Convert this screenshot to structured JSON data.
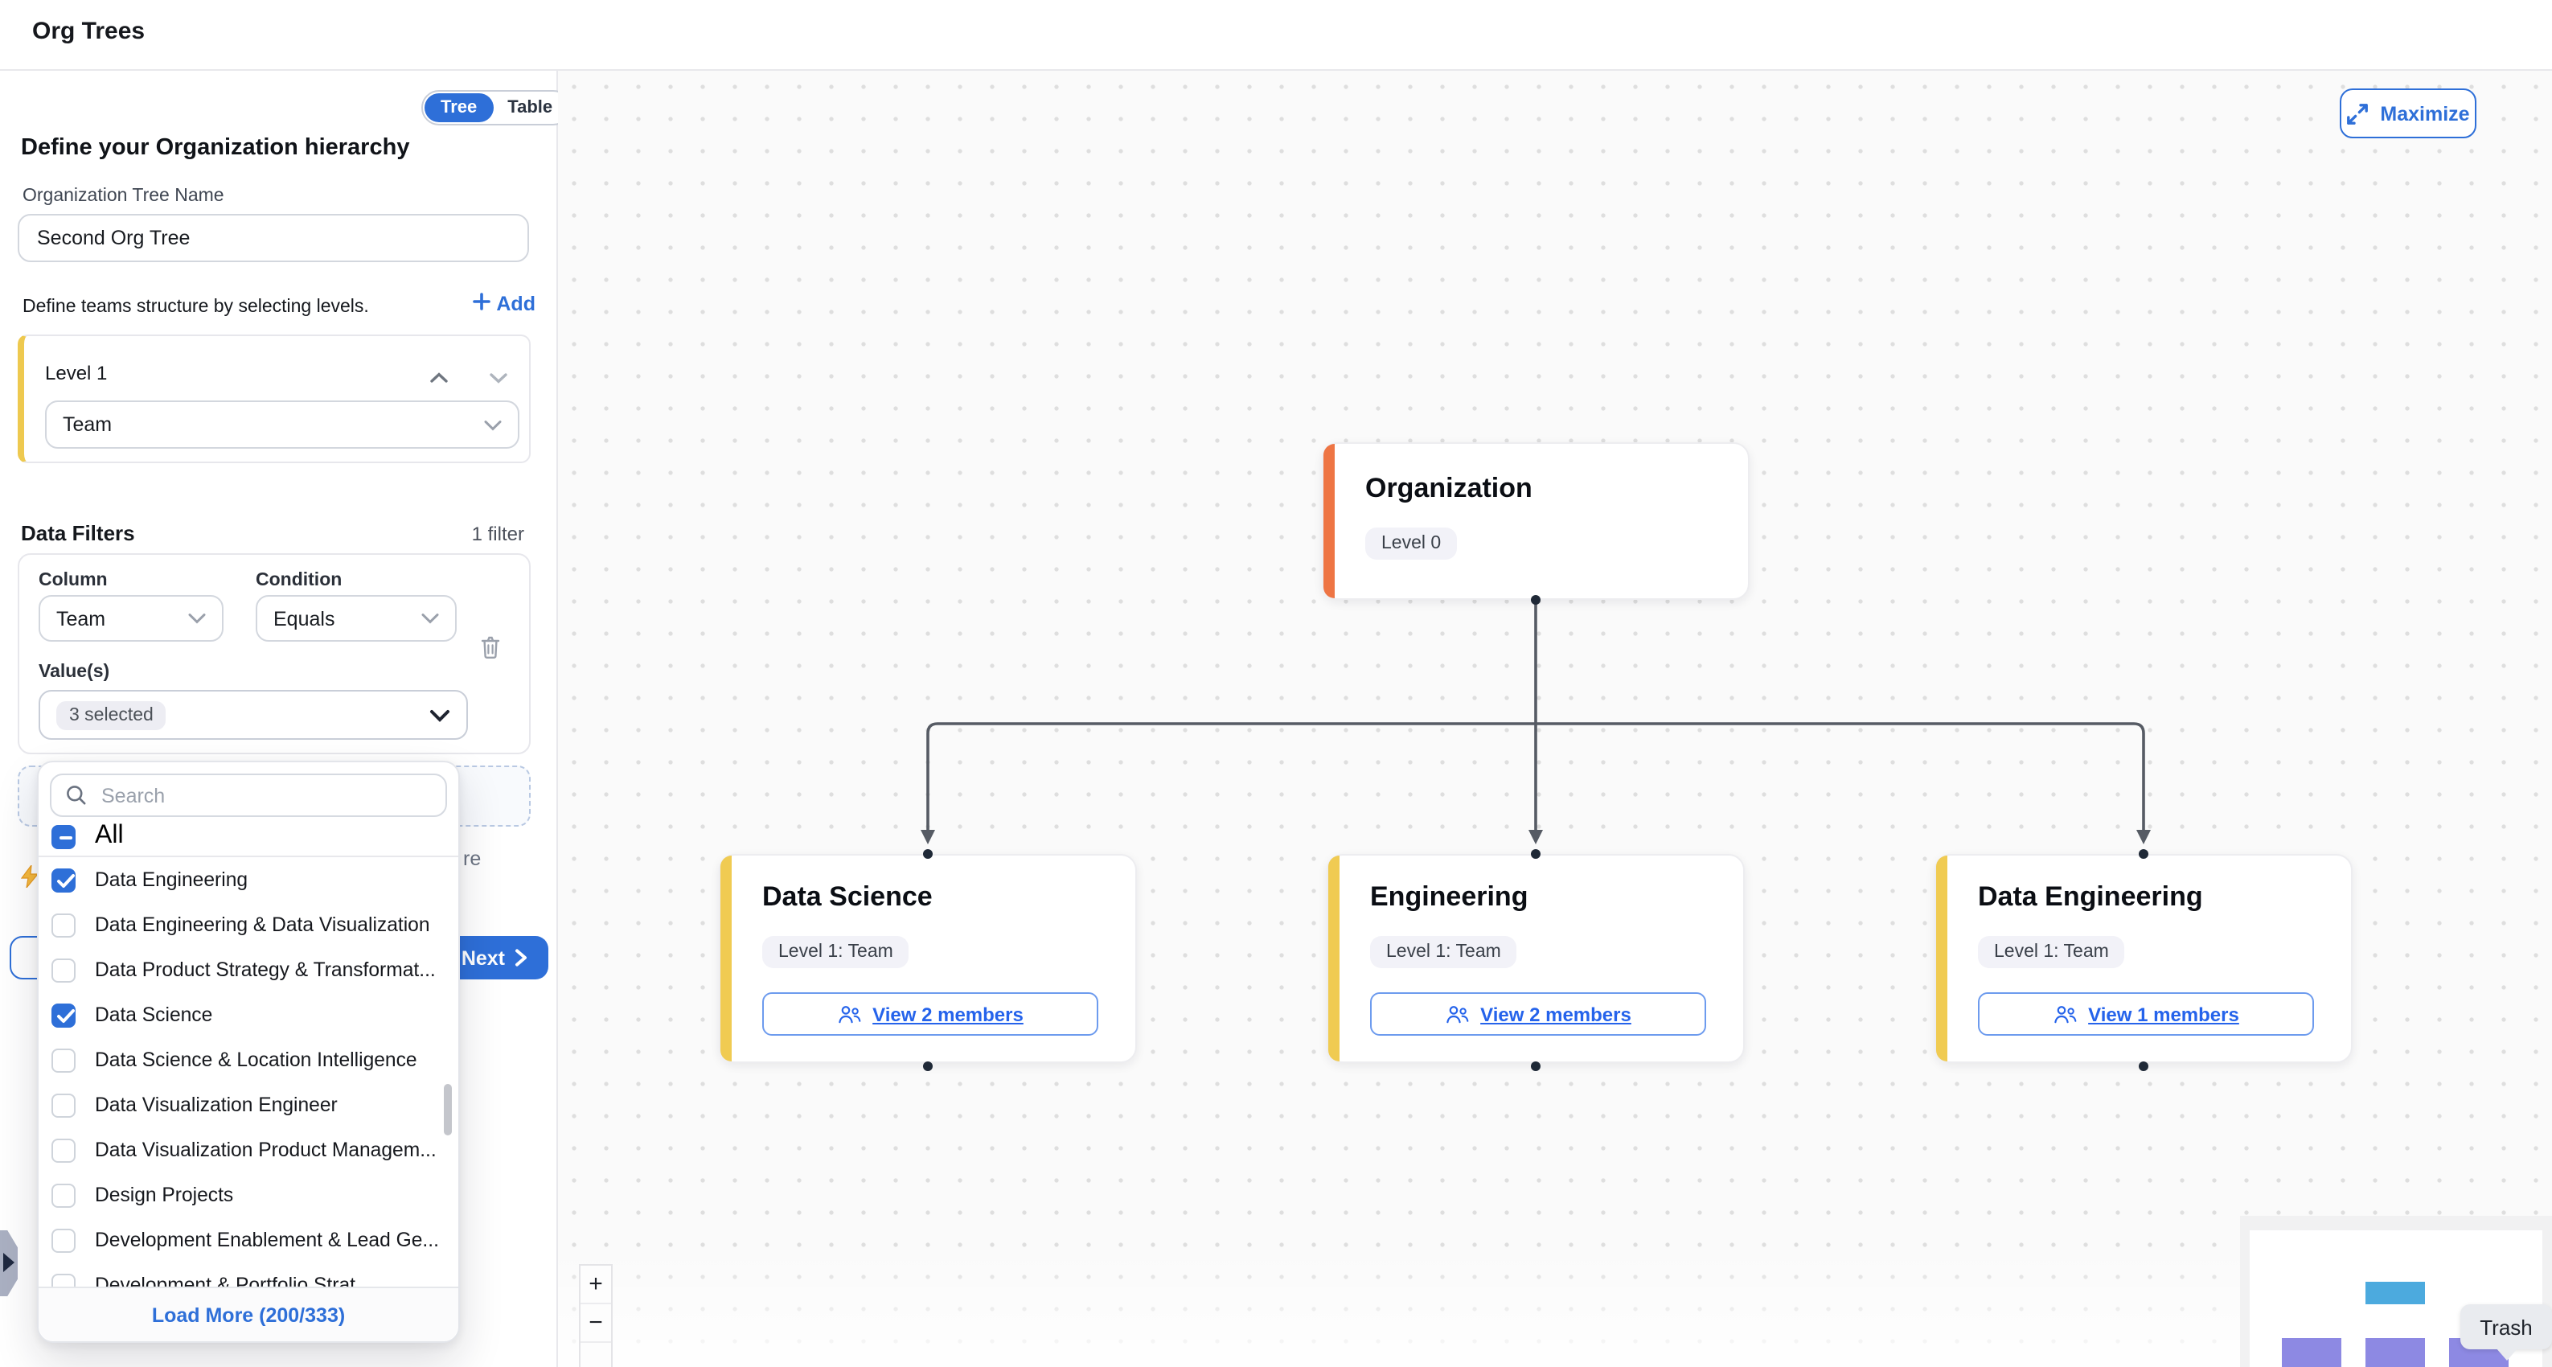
{
  "header": {
    "title": "Org Trees"
  },
  "sidebar": {
    "toggle": {
      "tree_label": "Tree",
      "table_label": "Table",
      "active": "Tree"
    },
    "heading": "Define your Organization hierarchy",
    "tree_name": {
      "label": "Organization Tree Name",
      "value": "Second Org Tree"
    },
    "levels_hint": "Define teams structure by selecting levels.",
    "add_label": "Add",
    "level_card": {
      "title": "Level 1",
      "selected_value": "Team"
    },
    "filters": {
      "title": "Data Filters",
      "count_label": "1 filter",
      "column_label": "Column",
      "column_value": "Team",
      "condition_label": "Condition",
      "condition_value": "Equals",
      "values_label": "Value(s)",
      "values_value": "3 selected"
    },
    "hidden_tip_fragment": "re",
    "next_label": "Next",
    "dropdown": {
      "search_placeholder": "Search",
      "select_all_label": "All",
      "items": [
        {
          "label": "Data Engineering",
          "checked": true
        },
        {
          "label": "Data Engineering & Data Visualization",
          "checked": false
        },
        {
          "label": "Data Product Strategy & Transformat...",
          "checked": false
        },
        {
          "label": "Data Science",
          "checked": true
        },
        {
          "label": "Data Science & Location Intelligence",
          "checked": false
        },
        {
          "label": "Data Visualization Engineer",
          "checked": false
        },
        {
          "label": "Data Visualization Product Managem...",
          "checked": false
        },
        {
          "label": "Design Projects",
          "checked": false
        },
        {
          "label": "Development Enablement & Lead Ge...",
          "checked": false
        },
        {
          "label": "Development & Portfolio Strat...",
          "checked": false
        }
      ],
      "load_more_label": "Load More (200/333)"
    }
  },
  "canvas": {
    "maximize_label": "Maximize",
    "tree": {
      "root": {
        "title": "Organization",
        "badge": "Level 0"
      },
      "children": [
        {
          "title": "Data Science",
          "badge": "Level 1: Team",
          "members_label": "View 2 members"
        },
        {
          "title": "Engineering",
          "badge": "Level 1: Team",
          "members_label": "View 2 members"
        },
        {
          "title": "Data Engineering",
          "badge": "Level 1: Team",
          "members_label": "View 1 members"
        }
      ]
    },
    "zoom_controls": {
      "zoom_in": "+",
      "zoom_out": "−"
    },
    "trash_tooltip": "Trash",
    "colors": {
      "accent_blue": "#2e6fd8",
      "accent_orange": "#ee7544",
      "accent_yellow": "#f0cb52",
      "link_blue": "#2563eb"
    }
  }
}
